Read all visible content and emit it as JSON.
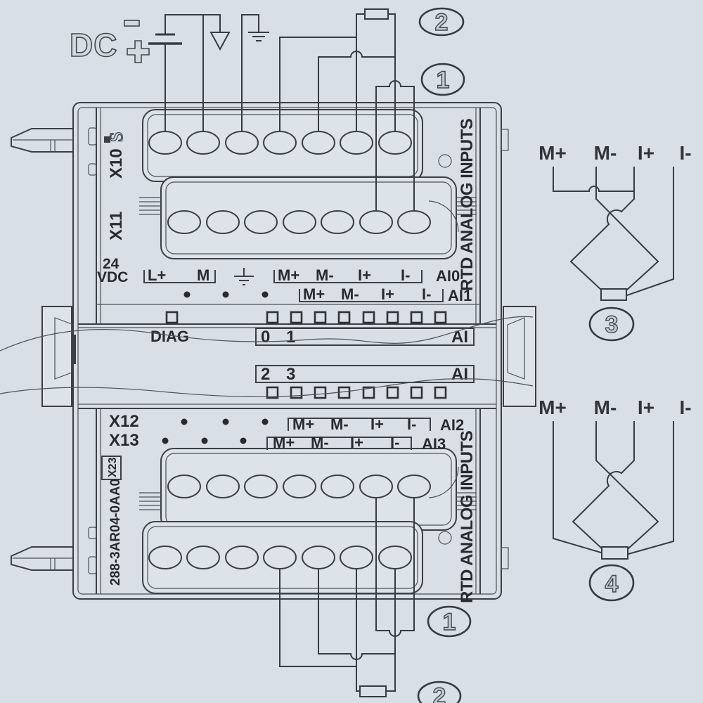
{
  "colors": {
    "background": "#d8dfe6",
    "line": "#3a4046",
    "text": "#272b30"
  },
  "power": {
    "dc": "DC",
    "minus": "-",
    "plus": "+"
  },
  "callouts": {
    "c1": "1",
    "c2": "2",
    "c3": "3",
    "c4": "4"
  },
  "module_top": {
    "logo_glyph": "S",
    "x10": "X10",
    "x11": "X11",
    "side_label": "RTD ANALOG INPUTS",
    "supply_line1": "24",
    "supply_line2": "VDC",
    "power_terminals": {
      "labels": [
        "L+",
        "M"
      ]
    },
    "ai0": {
      "labels": [
        "M+",
        "M-",
        "I+",
        "I-"
      ],
      "channel": "AI0"
    },
    "ai1": {
      "labels": [
        "M+",
        "M-",
        "I+",
        "I-"
      ],
      "channel": "AI1"
    }
  },
  "status_band": {
    "diag": "DIAG",
    "group": "AI",
    "ch0": "0",
    "ch1": "1",
    "ch2": "2",
    "ch3": "3"
  },
  "module_bottom": {
    "x12": "X12",
    "x13": "X13",
    "x23": "X23",
    "order_number": "288-3AR04-0AA0",
    "side_label": "RTD ANALOG INPUTS",
    "ai2": {
      "labels": [
        "M+",
        "M-",
        "I+",
        "I-"
      ],
      "channel": "AI2"
    },
    "ai3": {
      "labels": [
        "M+",
        "M-",
        "I+",
        "I-"
      ],
      "channel": "AI3"
    }
  },
  "rtd_3wire": {
    "terminals": [
      "M+",
      "M-",
      "I+",
      "I-"
    ],
    "callout": "3"
  },
  "rtd_4wire": {
    "terminals": [
      "M+",
      "M-",
      "I+",
      "I-"
    ],
    "callout": "4"
  }
}
